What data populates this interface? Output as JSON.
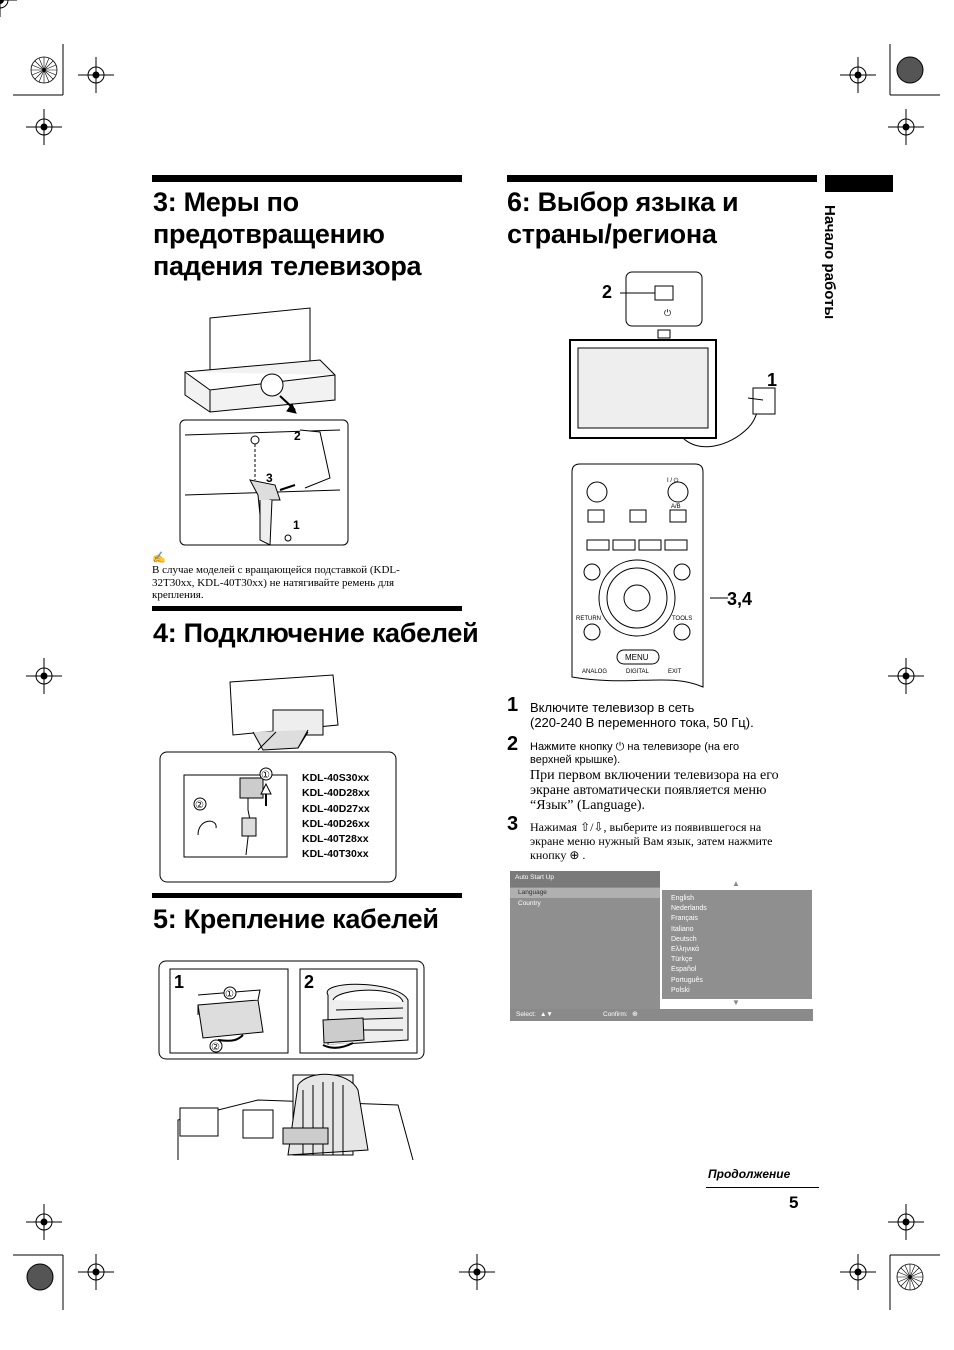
{
  "side_tab": {
    "label": "Начало работы"
  },
  "section3": {
    "title_lines": [
      "3: Меры по",
      "предотвращению",
      "падения телевизора"
    ],
    "figure_labels": [
      "2",
      "3",
      "1"
    ],
    "note_icon": "pencil-note-icon",
    "note_lines": [
      "В случае моделей с вращающейся подставкой (KDL-",
      "32T30xx, KDL-40T30xx) не натягивайте ремень для",
      "крепления."
    ]
  },
  "section4": {
    "title": "4: Подключение кабелей",
    "callouts": [
      "②",
      "①"
    ],
    "models": [
      "KDL-40S30xx",
      "KDL-40D28xx",
      "KDL-40D27xx",
      "KDL-40D26xx",
      "KDL-40T28xx",
      "KDL-40T30xx"
    ]
  },
  "section5": {
    "title": "5: Крепление кабелей",
    "panels": [
      {
        "label": "1",
        "callouts": [
          "①",
          "②"
        ]
      },
      {
        "label": "2"
      }
    ]
  },
  "section6": {
    "title_lines": [
      "6: Выбор языка и",
      "страны/региона"
    ],
    "figure_labels": {
      "power": "2",
      "plug": "1",
      "remote": "3,4"
    },
    "remote_labels": {
      "on_off": "I / ⏻",
      "ab": "A/B",
      "return": "RETURN",
      "tools": "TOOLS",
      "menu": "MENU",
      "analog": "ANALOG",
      "digital": "DIGITAL",
      "exit": "EXIT"
    },
    "steps": [
      {
        "num": "1",
        "lines": [
          "Включите телевизор в сеть",
          "(220-240 В переменного тока, 50 Гц)."
        ]
      },
      {
        "num": "2",
        "lines": [
          "Нажмите кнопку ⏻ на телевизоре (на его",
          "верхней крышке)."
        ],
        "extra": [
          "При первом включении телевизора на его",
          "экране автоматически появляется меню",
          "“Язык” (Language)."
        ]
      },
      {
        "num": "3",
        "lines": [
          "Нажимая ⇧/⇩, выберите из появившегося на",
          "экране меню нужный Вам язык, затем нажмите",
          "кнопку ⊕ ."
        ]
      }
    ],
    "osd": {
      "header": "Auto Start Up",
      "items": [
        "Language",
        "Country"
      ],
      "languages": [
        "English",
        "Nederlands",
        "Français",
        "Italiano",
        "Deutsch",
        "Ελληνικά",
        "Türkçe",
        "Español",
        "Português",
        "Polski"
      ],
      "footer_select": "Select:",
      "footer_confirm": "Confirm:"
    }
  },
  "footer": {
    "continued": "Продолжение",
    "page": "5"
  }
}
